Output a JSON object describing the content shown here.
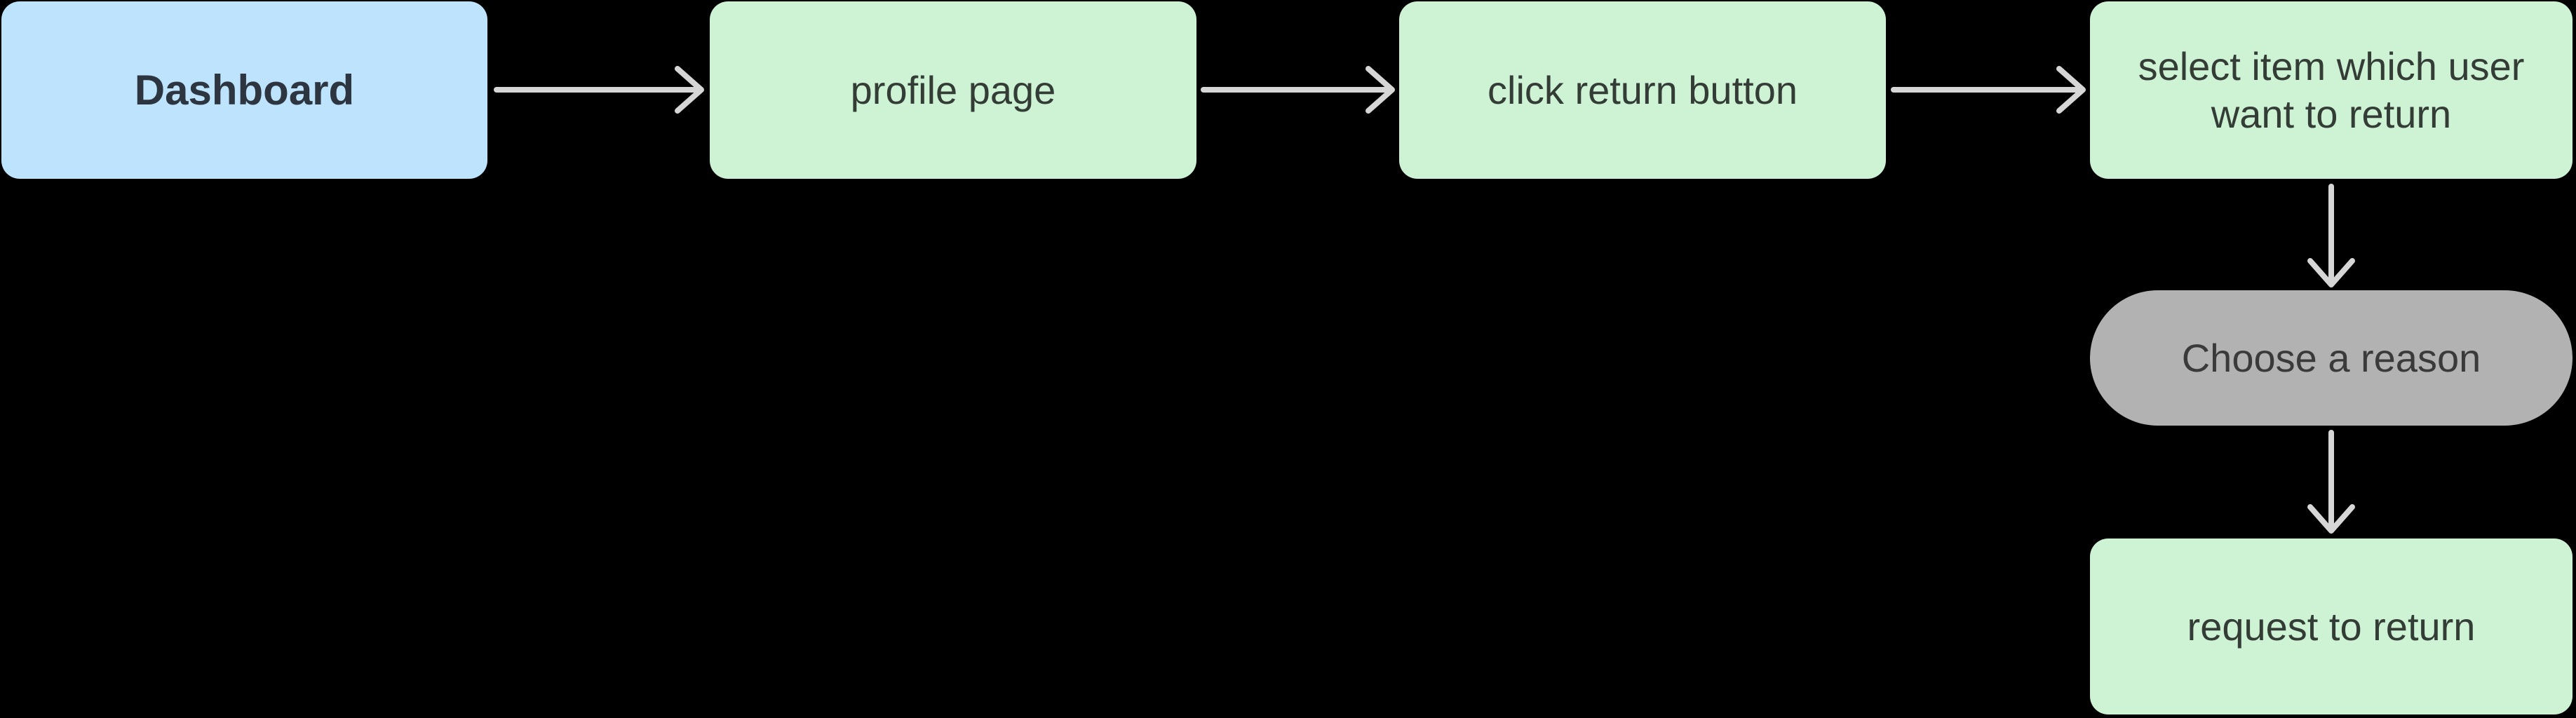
{
  "diagram": {
    "type": "flowchart",
    "nodes": [
      {
        "id": "dashboard",
        "label": "Dashboard",
        "shape": "rounded-rect",
        "emphasis": "bold"
      },
      {
        "id": "profile-page",
        "label": "profile page",
        "shape": "rounded-rect",
        "emphasis": "regular"
      },
      {
        "id": "click-return-button",
        "label": "click return button",
        "shape": "rounded-rect",
        "emphasis": "regular"
      },
      {
        "id": "select-item",
        "label": "select item which user want to return",
        "shape": "rounded-rect",
        "emphasis": "regular"
      },
      {
        "id": "choose-reason",
        "label": "Choose a reason",
        "shape": "stadium",
        "emphasis": "regular"
      },
      {
        "id": "request-to-return",
        "label": "request to return",
        "shape": "rounded-rect",
        "emphasis": "regular"
      }
    ],
    "edges": [
      {
        "from": "dashboard",
        "to": "profile-page",
        "direction": "right"
      },
      {
        "from": "profile-page",
        "to": "click-return-button",
        "direction": "right"
      },
      {
        "from": "click-return-button",
        "to": "select-item",
        "direction": "right"
      },
      {
        "from": "select-item",
        "to": "choose-reason",
        "direction": "down"
      },
      {
        "from": "choose-reason",
        "to": "request-to-return",
        "direction": "down"
      }
    ]
  },
  "colors": {
    "bg": "#000000",
    "node-blue": "#bee3fc",
    "node-green": "#cdf2d4",
    "node-gray": "#b2b2b2",
    "text-navy": "#2c3540",
    "text-dark": "#343c36",
    "text-gray": "#3a3a3a",
    "arrow": "#d6d6d6"
  }
}
